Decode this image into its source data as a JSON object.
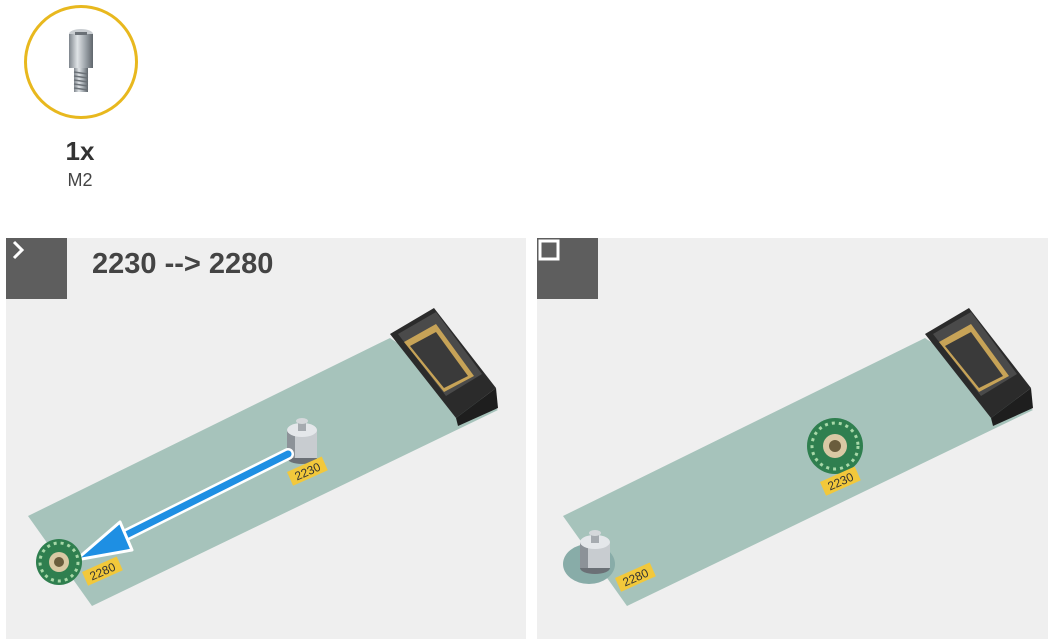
{
  "parts": {
    "quantity": "1x",
    "name": "M2",
    "icon": "standoff-screw-icon",
    "accent": "#e8b81e"
  },
  "steps": [
    {
      "button_icon": "chevron-right-icon",
      "title": "2230 --> 2280",
      "labels": {
        "short": "2230",
        "long": "2280"
      }
    },
    {
      "button_icon": "stop-square-icon",
      "title": "",
      "labels": {
        "short": "2230",
        "long": "2280"
      }
    }
  ],
  "colors": {
    "board": "#a6c3bb",
    "arrow": "#1e8fe3",
    "label_bg": "#f2c83b",
    "pad_green": "#2f7f4f",
    "panel_bg": "#efefef",
    "button_bg": "#5e5e5e"
  }
}
